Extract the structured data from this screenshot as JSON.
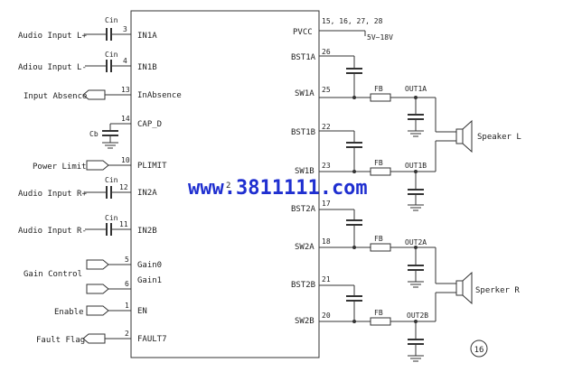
{
  "left_inputs": [
    {
      "label": "Audio Input L+",
      "cap": "Cin",
      "pin": "3",
      "name": "IN1A"
    },
    {
      "label": "Adiou Input L-",
      "cap": "Cin",
      "pin": "4",
      "name": "IN1B"
    },
    {
      "label": "Audio Input R+",
      "cap": "Cin",
      "pin": "12",
      "name": "IN2A"
    },
    {
      "label": "Audio Input R-",
      "cap": "Cin",
      "pin": "11",
      "name": "IN2B"
    }
  ],
  "left_signals": {
    "input_absence": "Input Absence",
    "power_limit": "Power Limit",
    "gain_control": "Gain Control",
    "enable": "Enable",
    "fault_flag": "Fault Flag",
    "cb": "Cb"
  },
  "left_pins": [
    {
      "num": "13",
      "name": "InAbsence"
    },
    {
      "num": "14",
      "name": "CAP_D"
    },
    {
      "num": "10",
      "name": "PLIMIT"
    },
    {
      "num": "5",
      "name": "Gain0"
    },
    {
      "num": "6",
      "name": "Gain1"
    },
    {
      "num": "1",
      "name": "EN"
    },
    {
      "num": "2",
      "name": "FAULT7"
    }
  ],
  "chip_partial": "2",
  "right": {
    "pvcc": "PVCC",
    "pvcc_pins": "15, 16, 27, 28",
    "pvcc_voltage": "5V~18V",
    "bootstrap": [
      {
        "num": "26",
        "name": "BST1A"
      },
      {
        "num": "22",
        "name": "BST1B"
      },
      {
        "num": "17",
        "name": "BST2A"
      },
      {
        "num": "21",
        "name": "BST2B"
      }
    ],
    "switch": [
      {
        "num": "25",
        "name": "SW1A",
        "out": "OUT1A"
      },
      {
        "num": "23",
        "name": "SW1B",
        "out": "OUT1B"
      },
      {
        "num": "18",
        "name": "SW2A",
        "out": "OUT2A"
      },
      {
        "num": "20",
        "name": "SW2B",
        "out": "OUT2B"
      }
    ],
    "fb": "FB",
    "speaker_l": "Speaker L",
    "speaker_r": "Sperker R"
  },
  "watermark": "www.3811111.com",
  "figure_number": "16"
}
